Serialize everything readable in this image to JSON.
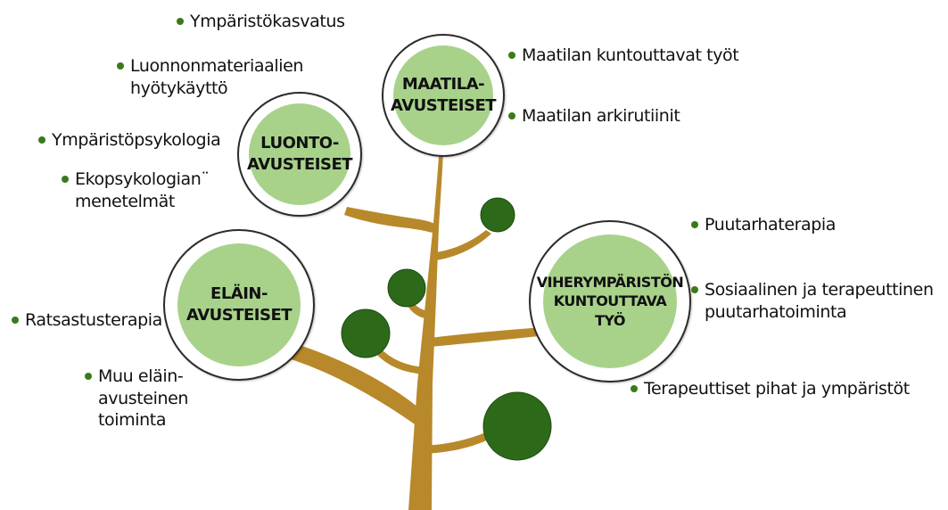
{
  "colors": {
    "trunk": "#b8892a",
    "leaf": "#2c6a1a",
    "circle_fill": "#a8d28a",
    "circle_border": "#2b2b2b",
    "bullet": "#3a7a1a"
  },
  "categories": [
    {
      "id": "maatila",
      "label": "MAATILA-\nAVUSTEISET"
    },
    {
      "id": "luonto",
      "label": "LUONTO-\nAVUSTEISET"
    },
    {
      "id": "elain",
      "label": "ELÄIN-\nAVUSTEISET"
    },
    {
      "id": "viher",
      "label": "VIHERYMPÄRISTÖN\nKUNTOUTTAVA\nTYÖ"
    }
  ],
  "items": {
    "maatila": [
      "Maatilan kuntouttavat työt",
      "Maatilan arkirutiinit"
    ],
    "luonto": [
      "Ympäristökasvatus",
      "Luonnonmateriaalien\nhyötykäyttö",
      "Ympäristöpsykologia",
      "Ekopsykologian¨\nmenetelmät"
    ],
    "elain": [
      "Ratsastusterapia",
      "Muu eläin-\navusteinen\ntoiminta"
    ],
    "viher": [
      "Puutarhaterapia",
      "Sosiaalinen ja terapeuttinen\npuutarhatoiminta",
      "Terapeuttiset pihat ja ympäristöt"
    ]
  }
}
